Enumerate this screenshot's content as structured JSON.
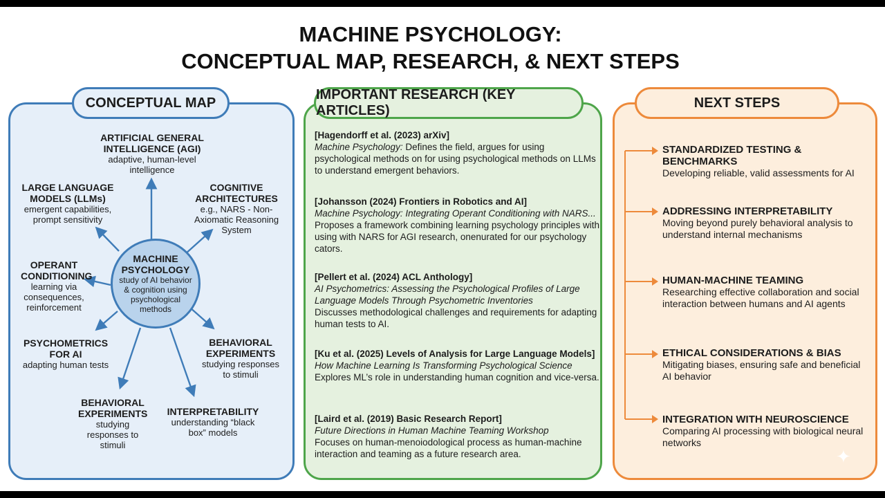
{
  "title": {
    "line1": "MACHINE PSYCHOLOGY:",
    "line2": "CONCEPTUAL MAP, RESEARCH, & NEXT STEPS"
  },
  "concept_map": {
    "header": "CONCEPTUAL MAP",
    "center": {
      "title": "MACHINE PSYCHOLOGY",
      "desc": "study of AI behavior & cognition using psychological methods"
    },
    "nodes": {
      "agi": {
        "title": "ARTIFICIAL GENERAL INTELLIGENCE (AGI)",
        "desc": "adaptive, human-level intelligence"
      },
      "llm": {
        "title": "LARGE LANGUAGE MODELS (LLMs)",
        "desc": "emergent capabilities, prompt sensitivity"
      },
      "cog": {
        "title": "COGNITIVE ARCHITECTURES",
        "desc": "e.g., NARS - Non-Axiomatic Reasoning System"
      },
      "operant": {
        "title": "OPERANT CONDITIONING",
        "desc": "learning via consequences, reinforcement"
      },
      "psycho": {
        "title": "PSYCHOMETRICS FOR AI",
        "desc": "adapting human tests"
      },
      "behav_right": {
        "title": "BEHAVIORAL EXPERIMENTS",
        "desc": "studying responses to stimuli"
      },
      "behav_bottom": {
        "title": "BEHAVIORAL EXPERIMENTS",
        "desc": "studying responses to stimuli"
      },
      "interp": {
        "title": "INTERPRETABILITY",
        "desc": "understanding “black box” models"
      }
    }
  },
  "research": {
    "header": "IMPORTANT RESEARCH (KEY ARTICLES)",
    "articles": [
      {
        "title": "[Hagendorff et al. (2023) arXiv]",
        "subtitle": "Machine Psychology:",
        "desc": " Defines the field, argues for using psychological methods on for using psychological methods on LLMs to understand emergent behaviors."
      },
      {
        "title": "[Johansson (2024) Frontiers in Robotics and AI]",
        "subtitle": "Machine Psychology: Integrating Operant Conditioning with NARS...",
        "desc": "Proposes a framework combining learning psychology principles with using with NARS for AGI research, onenurated for our psychology cators."
      },
      {
        "title": "[Pellert et al. (2024) ACL Anthology]",
        "subtitle": "AI Psychometrics: Assessing the Psychological Profiles of Large Language Models Through Psychometric Inventories",
        "desc": "Discusses methodological challenges and requirements for adapting human tests to AI."
      },
      {
        "title": "[Ku et al. (2025) Levels of Analysis for Large Language Models]",
        "subtitle": "How Machine Learning Is Transforming Psychological Science",
        "desc": "Explores ML’s role in understanding human cognition and vice-versa."
      },
      {
        "title": "[Laird et al. (2019) Basic Research Report]",
        "subtitle": "Future Directions in Human Machine Teaming Workshop",
        "desc": "Focuses on human-menoiodological process as human-machine interaction and teaming as a future research area."
      }
    ]
  },
  "next_steps": {
    "header": "NEXT STEPS",
    "items": [
      {
        "title": "STANDARDIZED TESTING & BENCHMARKS",
        "desc": "Developing reliable, valid assessments for AI"
      },
      {
        "title": "ADDRESSING INTERPRETABILITY",
        "desc": "Moving beyond purely behavioral analysis to understand internal mechanisms"
      },
      {
        "title": "HUMAN-MACHINE TEAMING",
        "desc": "Researching effective collaboration and social interaction between humans and AI agents"
      },
      {
        "title": "ETHICAL CONSIDERATIONS & BIAS",
        "desc": "Mitigating biases, ensuring safe and beneficial AI behavior"
      },
      {
        "title": "INTEGRATION WITH NEUROSCIENCE",
        "desc": "Comparing AI processing with biological neural networks"
      }
    ]
  },
  "colors": {
    "blue": "#3f7cb8",
    "green": "#4ea54a",
    "orange": "#ed8a3b"
  }
}
